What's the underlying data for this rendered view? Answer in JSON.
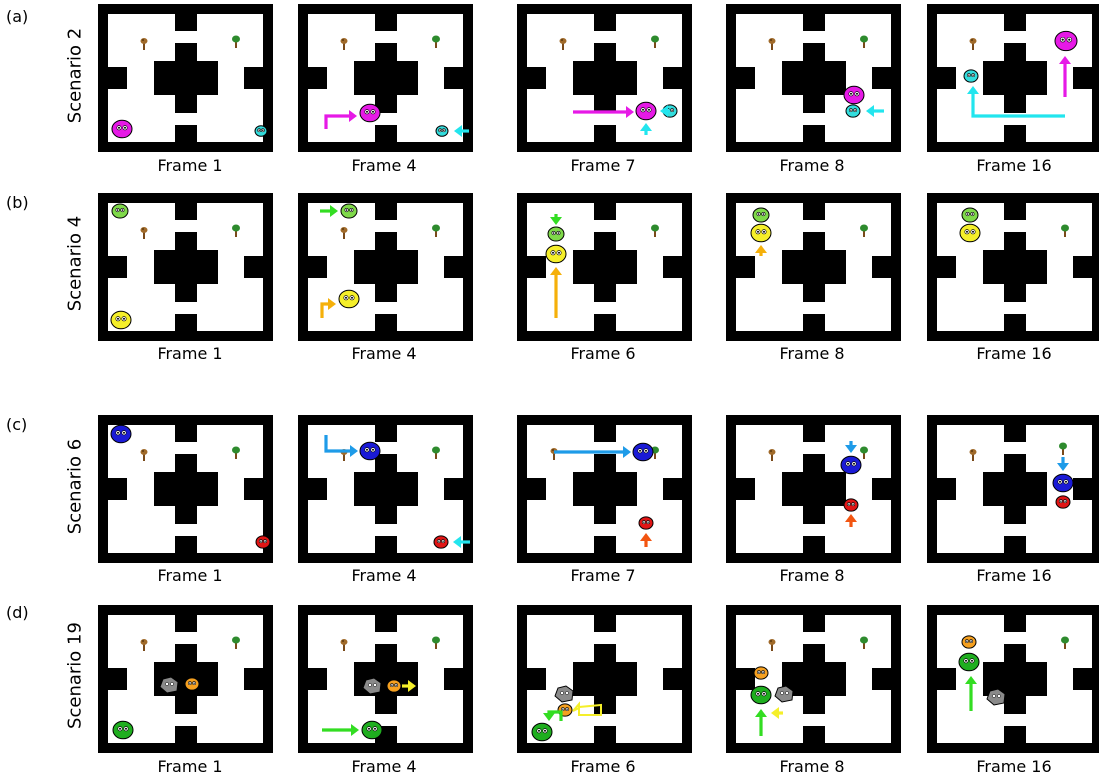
{
  "rows": [
    {
      "label": "(a)",
      "scenario": "Scenario 2",
      "frames": [
        "Frame 1",
        "Frame 4",
        "Frame 7",
        "Frame 8",
        "Frame 16"
      ]
    },
    {
      "label": "(b)",
      "scenario": "Scenario 4",
      "frames": [
        "Frame 1",
        "Frame 4",
        "Frame 6",
        "Frame 8",
        "Frame 16"
      ]
    },
    {
      "label": "(c)",
      "scenario": "Scenario 6",
      "frames": [
        "Frame 1",
        "Frame 4",
        "Frame 7",
        "Frame 8",
        "Frame 16"
      ]
    },
    {
      "label": "(d)",
      "scenario": "Scenario 19",
      "frames": [
        "Frame 1",
        "Frame 4",
        "Frame 6",
        "Frame 8",
        "Frame 16"
      ]
    }
  ],
  "colors": {
    "wall": "#000000",
    "magenta": "#e619e6",
    "cyan": "#33dddd",
    "green_light": "#7fd94a",
    "yellow": "#f5ef2a",
    "blue": "#1a1ad6",
    "red": "#e01515",
    "green_dark": "#1fae1f",
    "orange": "#f5a020",
    "gray": "#8a8a8a",
    "arrow_magenta": "#e619e6",
    "arrow_cyan": "#22e5ee",
    "arrow_green": "#33dd22",
    "arrow_orange": "#f5b00a",
    "arrow_blue": "#1e9be8",
    "arrow_red": "#f25511",
    "arrow_yellow": "#f5ef2a"
  }
}
